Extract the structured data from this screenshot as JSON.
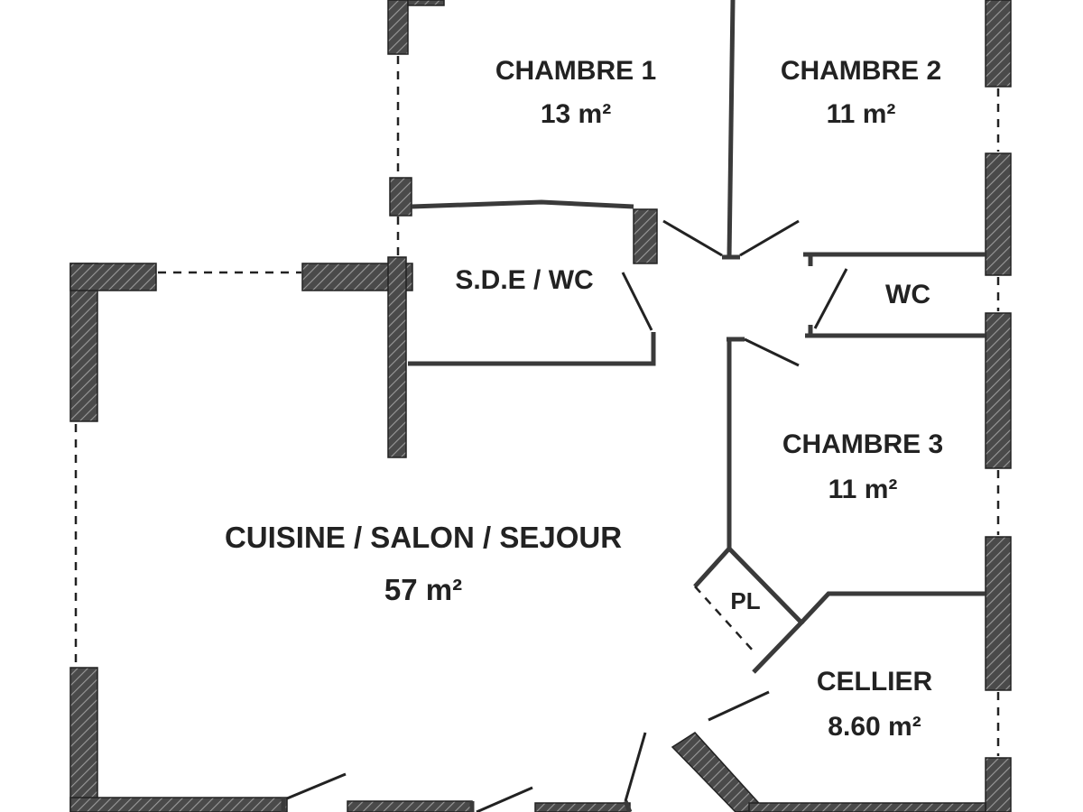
{
  "colors": {
    "wall_fill": "#4a4a4a",
    "wall_hatch": "#9a9a9a",
    "partition": "#3a3a3a",
    "line": "#222222",
    "label": "#222222",
    "background": "#ffffff"
  },
  "rooms": {
    "chambre1": {
      "name": "CHAMBRE 1",
      "area": "13 m²"
    },
    "chambre2": {
      "name": "CHAMBRE 2",
      "area": "11 m²"
    },
    "sde_wc": {
      "name": "S.D.E / WC"
    },
    "wc": {
      "name": "WC"
    },
    "chambre3": {
      "name": "CHAMBRE 3",
      "area": "11 m²"
    },
    "sejour": {
      "name": "CUISINE / SALON / SEJOUR",
      "area": "57 m²"
    },
    "placard": {
      "name": "PL"
    },
    "cellier": {
      "name": "CELLIER",
      "area": "8.60 m²"
    }
  }
}
